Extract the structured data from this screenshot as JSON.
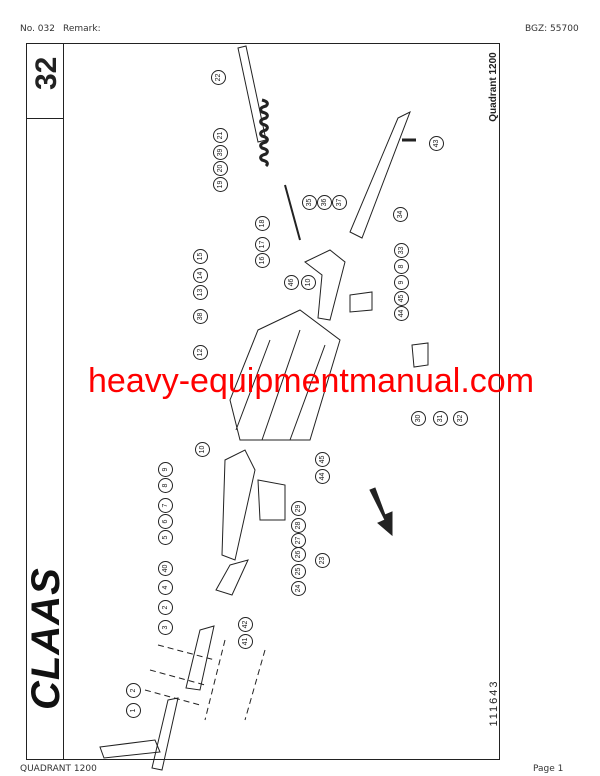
{
  "header": {
    "number": "No. 032",
    "remark_label": "Remark:",
    "bgz": "BGZ: 55700"
  },
  "footer": {
    "model": "QUADRANT 1200",
    "page": "Page 1"
  },
  "frame": {
    "page_number": "32",
    "model_vertical": "Quadrant 1200",
    "drawing_number": "111643",
    "logo": "CLAAS"
  },
  "watermark": "heavy-equipmentmanual.com",
  "callouts": [
    "22",
    "21",
    "39",
    "20",
    "19",
    "18",
    "17",
    "16",
    "15",
    "14",
    "13",
    "38",
    "12",
    "35",
    "36",
    "37",
    "34",
    "43",
    "33",
    "8",
    "9",
    "45",
    "44",
    "46",
    "10",
    "30",
    "31",
    "32",
    "10",
    "9",
    "8",
    "7",
    "6",
    "5",
    "45",
    "44",
    "29",
    "28",
    "27",
    "26",
    "25",
    "24",
    "23",
    "40",
    "4",
    "2",
    "3",
    "42",
    "41",
    "2",
    "1"
  ]
}
